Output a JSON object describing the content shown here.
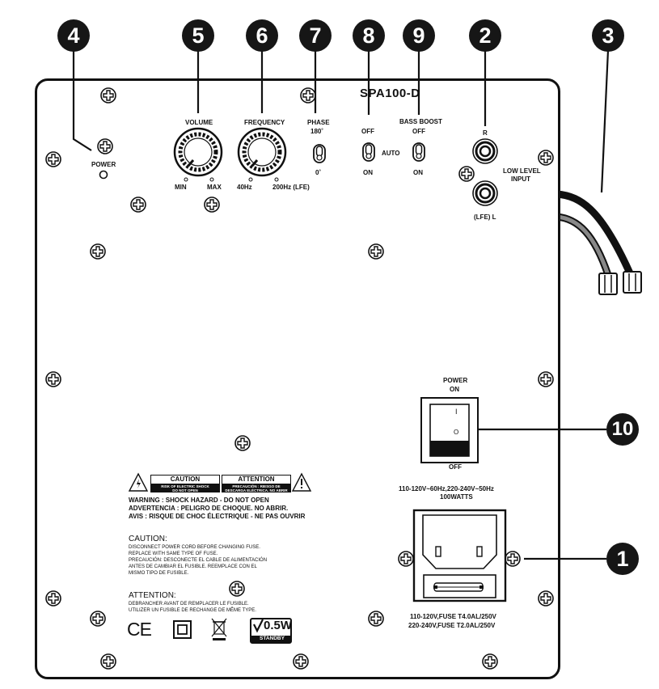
{
  "model": "SPA100-D",
  "callouts": [
    "1",
    "2",
    "3",
    "4",
    "5",
    "6",
    "7",
    "8",
    "9",
    "10"
  ],
  "controls": {
    "power_led": "POWER",
    "volume": {
      "label": "VOLUME",
      "min": "MIN",
      "max": "MAX"
    },
    "frequency": {
      "label": "FREQUENCY",
      "min": "40Hz",
      "max": "200Hz (LFE)"
    },
    "phase": {
      "label": "PHASE",
      "top": "180˚",
      "bottom": "0˚"
    },
    "auto": {
      "top": "OFF",
      "side": "AUTO",
      "bottom": "ON"
    },
    "bass_boost": {
      "label": "BASS BOOST",
      "top": "OFF",
      "bottom": "ON"
    },
    "input": {
      "r": "R",
      "l": "(LFE) L",
      "label_1": "LOW LEVEL",
      "label_2": "INPUT"
    }
  },
  "power_switch": {
    "top_1": "POWER",
    "top_2": "ON",
    "on_mark": "I",
    "off_mark": "O",
    "bottom": "OFF"
  },
  "ratings": {
    "line_1": "110-120V~60Hz,220-240V~50Hz",
    "line_2": "100WATTS"
  },
  "fuse": {
    "line_1": "110-120V,FUSE T4.0AL/250V",
    "line_2": "220-240V,FUSE T2.0AL/250V"
  },
  "warning": {
    "caution_box": {
      "title": "CAUTION",
      "sub_1": "RISK OF ELECTRIC SHOCK",
      "sub_2": "DO NOT OPEN"
    },
    "attention_box": {
      "title": "ATTENTION",
      "sub_1": "PRECAUCIÓN : RIESGO DE",
      "sub_2": "DESCARGA ELÉCTRICA. NO ABRIR"
    },
    "lines": [
      "WARNING : SHOCK HAZARD - DO NOT OPEN",
      "ADVERTENCIA : PELIGRO DE CHOQUE. NO ABRIR.",
      "AVIS : RISQUE DE CHOC ÉLECTRIQUE - NE PAS OUVRIR"
    ]
  },
  "caution": {
    "heading": "CAUTION:",
    "lines": [
      "DISCONNECT POWER CORD BEFORE CHANGING FUSE.",
      "REPLACE WITH SAME TYPE OF FUSE.",
      "PRECAUCIÓN: DESCONECTE EL CABLE DE ALIMENTACIÓN",
      "ANTES DE CAMBIAR EL FUSIBLE. REEMPLACE CON EL",
      "MISMO TIPO DE FUSIBLE."
    ]
  },
  "attention": {
    "heading": "ATTENTION:",
    "lines": [
      "DEBRANCHER AVANT DE REMPLACER LE FUSIBLE.",
      "UTILIZER UN FUSIBLE DE RECHANGE DE MÊME TYPE."
    ]
  },
  "certs": {
    "ce": "CE",
    "standby_value": "0.5W",
    "standby_label": "STANDBY"
  }
}
